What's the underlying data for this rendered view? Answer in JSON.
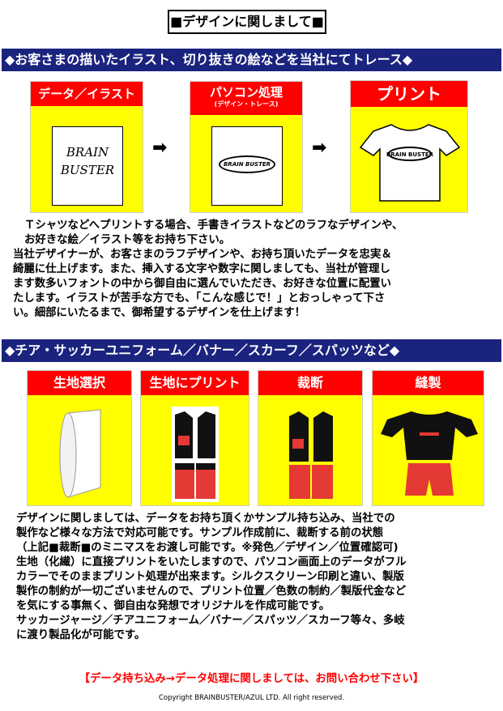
{
  "title": "■デザインに関しまして■",
  "section1": {
    "heading": "◆お客さまの描いたイラスト、切り抜きの絵などを当社にてトレース◆",
    "cards": [
      {
        "label": "データ／イラスト"
      },
      {
        "label": "パソコン処理",
        "sublabel": "(デザイン・トレース)"
      },
      {
        "label": "プリント"
      }
    ],
    "logo_line1": "BRAIN",
    "logo_line2": "BUSTER",
    "logo_oval": "BRAIN BUSTER",
    "paragraphs": [
      "Ｔシャツなどへプリントする場合、手書きイラストなどのラフなデザインや、",
      "お好きな絵／イラスト等をお持ち下さい。",
      "当社デザイナーが、お客さまのラフデザインや、お持ち頂いたデータを忠実＆",
      "綺麗に仕上げます。また、挿入する文字や数字に関しましても、当社が管理し",
      "ます数多いフォントの中から御自由に選んでいただき、お好きな位置に配置い",
      "たします。イラストが苦手な方でも、「こんな感じで！」とおっしゃって下さ",
      "い。細部にいたるまで、御希望するデザインを仕上げます！"
    ]
  },
  "section2": {
    "heading": "◆チア・サッカーユニフォーム／バナー／スカーフ／スパッツなど◆",
    "cards": [
      {
        "label": "生地選択"
      },
      {
        "label": "生地にプリント"
      },
      {
        "label": "裁断"
      },
      {
        "label": "縫製"
      }
    ],
    "paragraphs": [
      "デザインに関しましては、データをお持ち頂くかサンプル持ち込み、当社での",
      "製作など様々な方法で対応可能です。サンプル作成前に、裁断する前の状態",
      "（上記■裁断■のミニマスをお渡し可能です。※発色／デザイン／位置確認可)",
      "生地（化繊）に直接プリントをいたしますので、パソコン画面上のデータがフル",
      "カラーでそのままプリント処理が出来ます。シルクスクリーン印刷と違い、製版",
      "製作の制約が一切ございませんので、プリント位置／色数の制約／製版代金など",
      "を気にする事無く、御自由な発想でオリジナルを作成可能です。",
      "サッカージャージ／チアユニフォーム／バナー／スパッツ／スカーフ等々、多岐",
      "に渡り製品化が可能です。"
    ]
  },
  "notice": "【データ持ち込み→データ処理に関しましては、お問い合わせ下さい】",
  "copyright": "Copyright  BRAINBUSTER/AZUL LTD. All right reserved.",
  "colors": {
    "navy": "#1a237e",
    "red": "#ff0000",
    "yellow": "#ffff00"
  }
}
